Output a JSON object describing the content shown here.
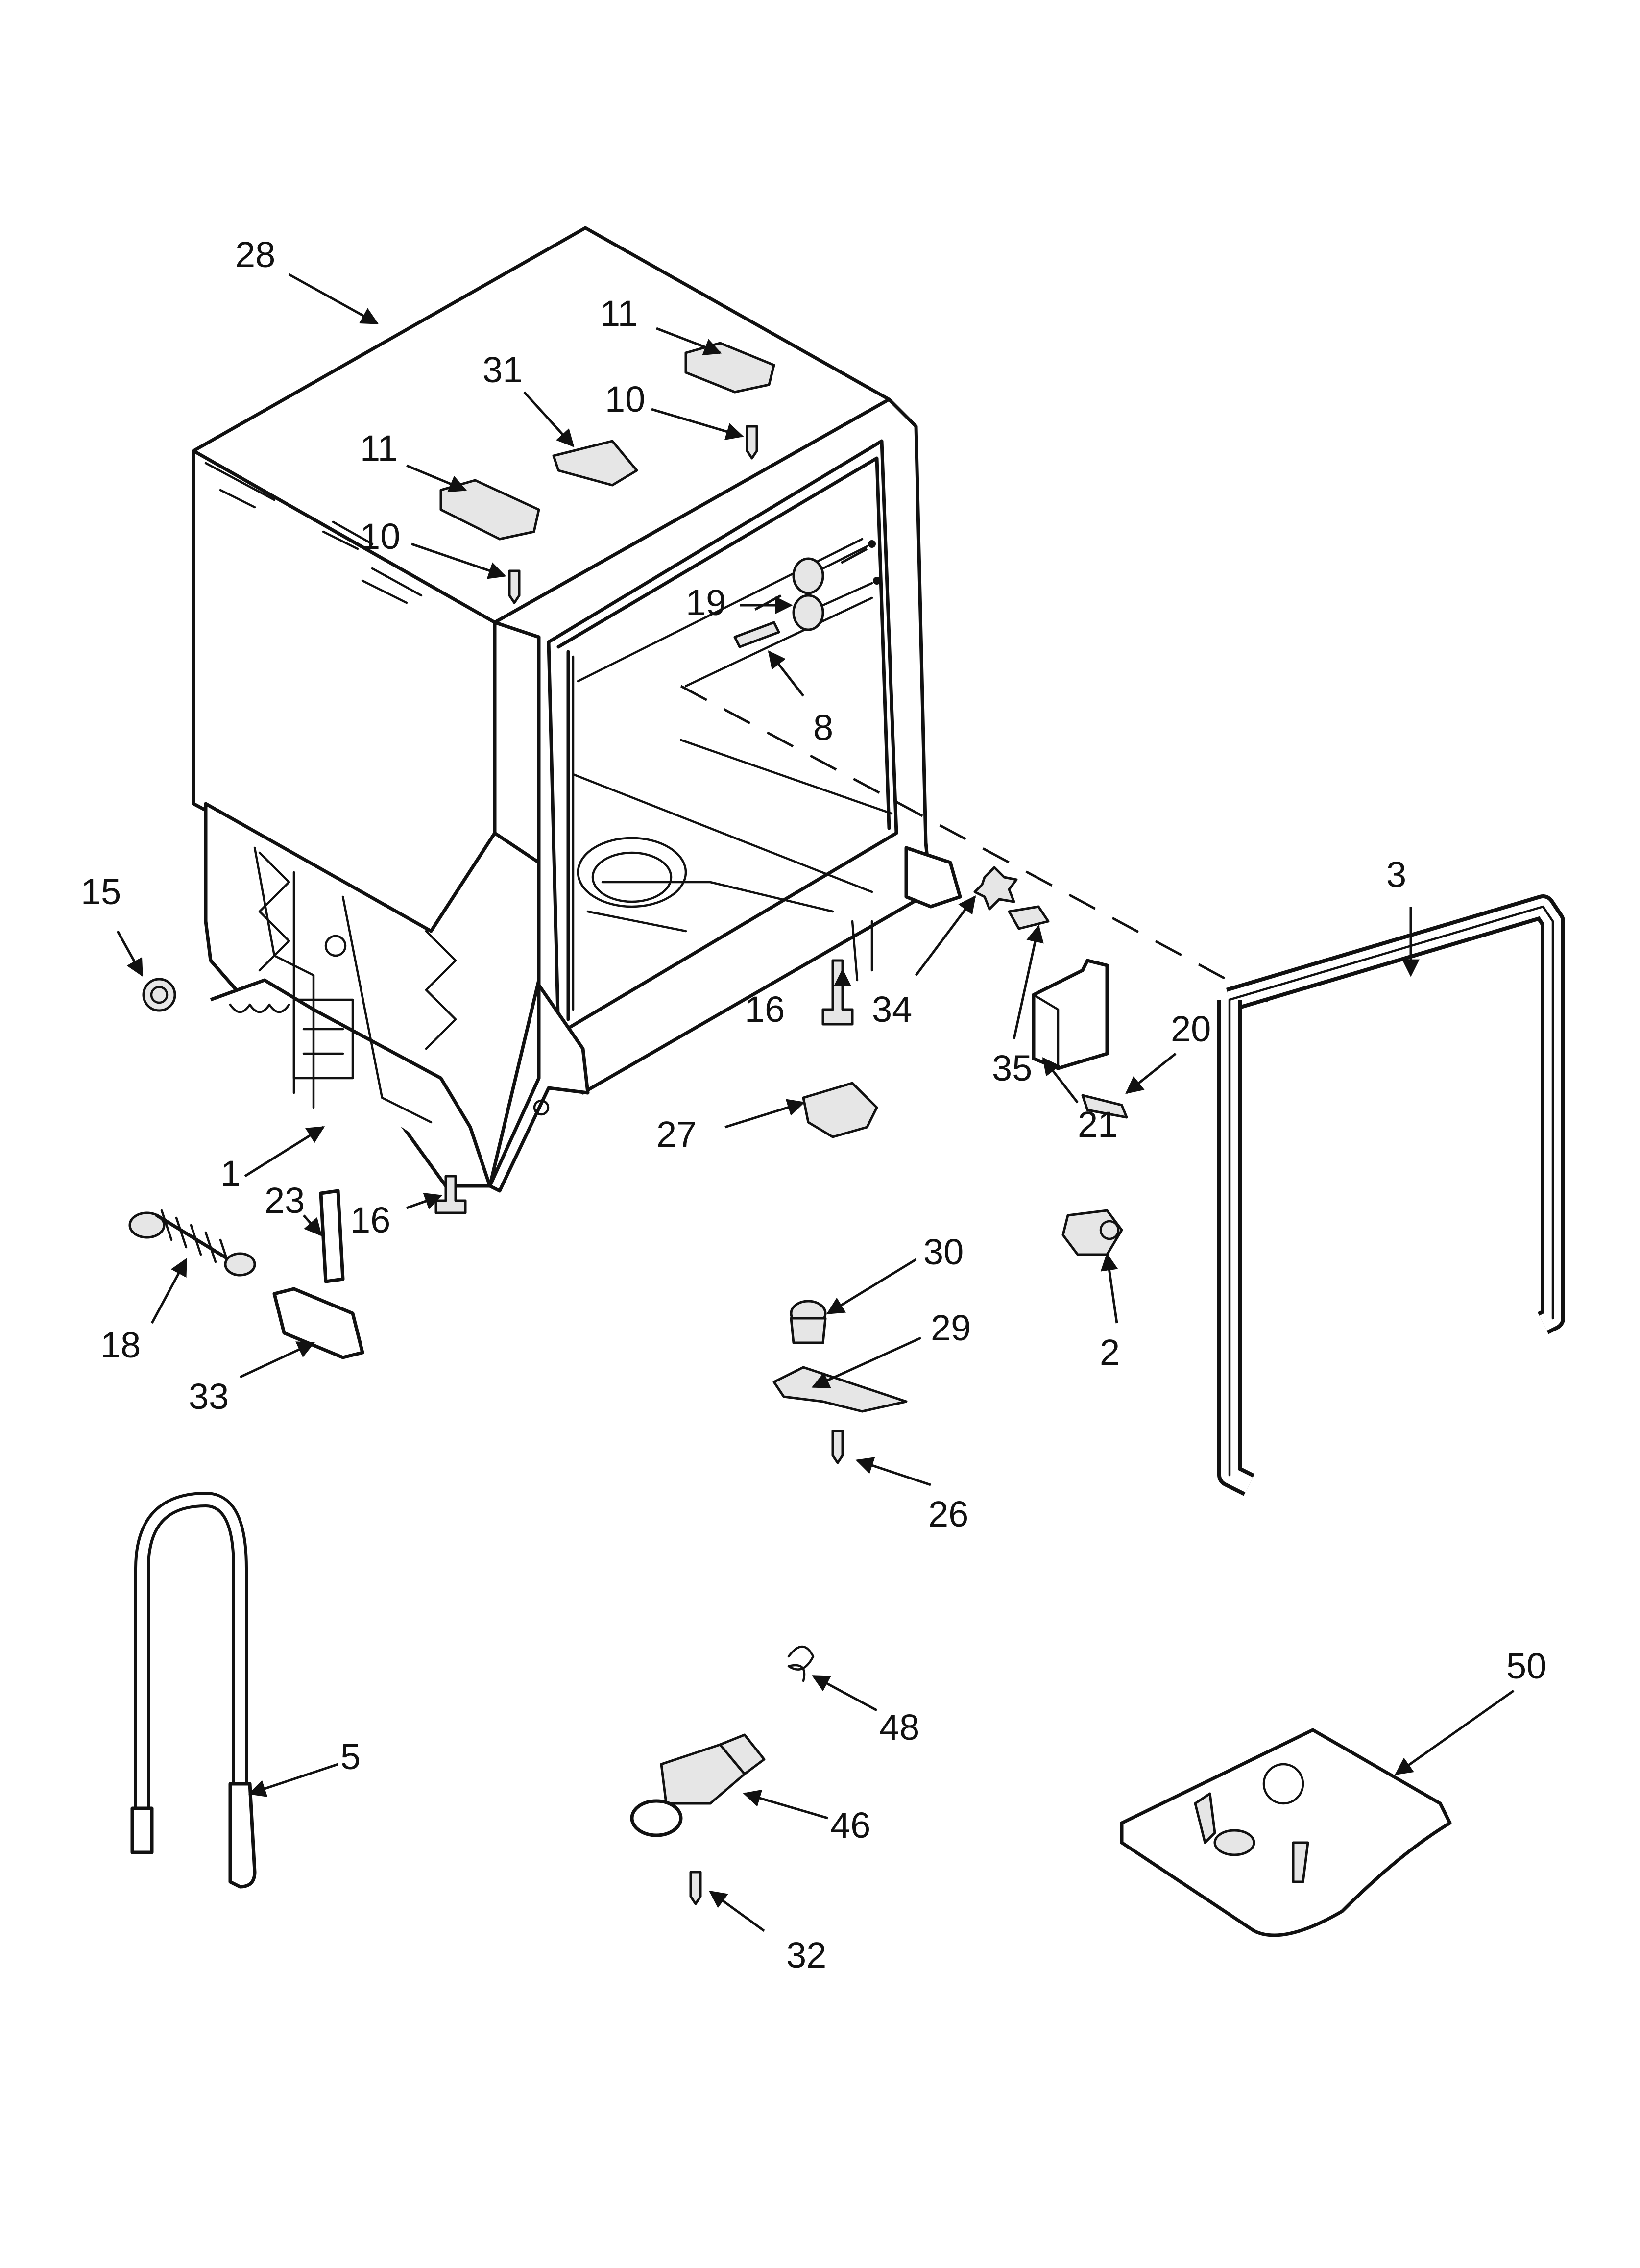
{
  "labels": {
    "l28": "28",
    "l11a": "11",
    "l31": "31",
    "l10a": "10",
    "l11b": "11",
    "l10b": "10",
    "l19": "19",
    "l8": "8",
    "l15": "15",
    "l3": "3",
    "l16a": "16",
    "l34": "34",
    "l20": "20",
    "l35": "35",
    "l21": "21",
    "l27": "27",
    "l1": "1",
    "l23": "23",
    "l16b": "16",
    "l30": "30",
    "l18": "18",
    "l29": "29",
    "l2": "2",
    "l33": "33",
    "l26": "26",
    "l50": "50",
    "l48": "48",
    "l5": "5",
    "l46": "46",
    "l32": "32"
  }
}
